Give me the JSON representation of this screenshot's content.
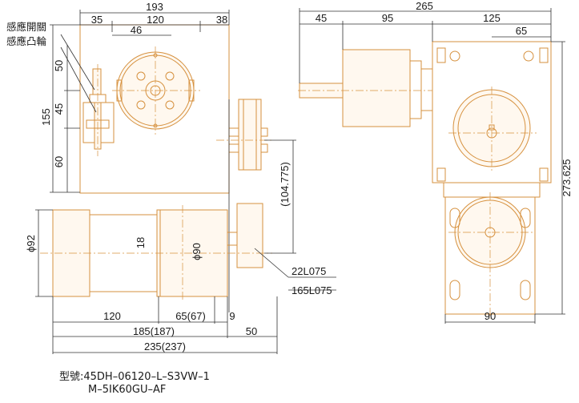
{
  "colors": {
    "part": "#d6913f",
    "dimension": "#333333",
    "text": "#1a1a1a"
  },
  "labels": {
    "sensor_switch": "感應開關",
    "sensor_cam": "感應凸輪"
  },
  "model": {
    "line1": "型號:45DH–06120–L–S3VW–1",
    "line2": "M–5IK60GU–AF"
  },
  "dimensions": {
    "top_193": "193",
    "top_35": "35",
    "top_120": "120",
    "top_38": "38",
    "top_46": "46",
    "left_50": "50",
    "left_45": "45",
    "left_155": "155",
    "left_60": "60",
    "side_104_775": "(104.775)",
    "motor_phi92": "ϕ92",
    "motor_18": "18",
    "motor_phi90": "ϕ90",
    "note_22L075": "22L075",
    "note_165L075": "165L075",
    "bot_120": "120",
    "bot_65_67": "65(67)",
    "bot_9": "9",
    "bot_185_187": "185(187)",
    "bot_50": "50",
    "bot_235_237": "235(237)",
    "rtop_265": "265",
    "rtop_45": "45",
    "rtop_95": "95",
    "rtop_125": "125",
    "rtop_65": "65",
    "right_273_625": "273.625",
    "rbot_90": "90"
  }
}
